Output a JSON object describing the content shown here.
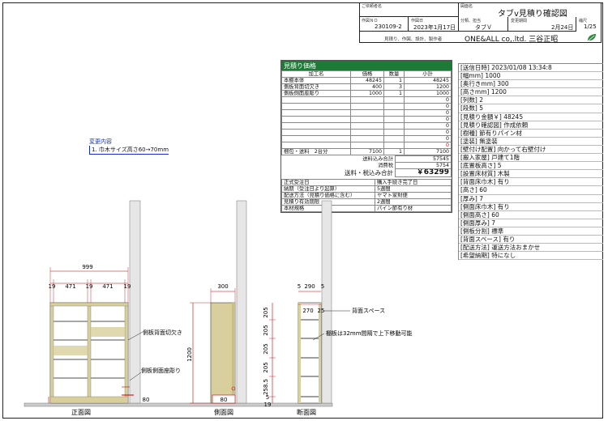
{
  "title_block": {
    "customer_label": "ご依頼者名",
    "customer_value": "",
    "drawing_name_label": "図面名",
    "drawing_name_value": "タブv見積り確認図",
    "drawing_no_label": "作図ＮＯ",
    "drawing_no_value": "230109-2",
    "date_label": "作図日",
    "date_value": "2023年1月17日",
    "category_label": "分類、担当",
    "category_value": "タブＶ",
    "change_date_label": "変更期間",
    "change_date_value": "2月24日",
    "scale_label": "縮尺",
    "scale_value": "1/25",
    "maker_label": "見積り、作図、設計、製作者",
    "maker_value": "ONE&ALL co,.ltd. 三谷正昭"
  },
  "estimate": {
    "title": "見積り価格",
    "headers": [
      "加工名",
      "価格",
      "数量",
      "小計"
    ],
    "rows": [
      [
        "本棚本体",
        "48245",
        "1",
        "48245"
      ],
      [
        "側板背面切欠き",
        "400",
        "3",
        "1200"
      ],
      [
        "側板側面座彫り",
        "1000",
        "1",
        "1000"
      ],
      [
        "",
        "",
        "",
        "0"
      ],
      [
        "",
        "",
        "",
        "0"
      ],
      [
        "",
        "",
        "",
        "0"
      ],
      [
        "",
        "",
        "",
        "0"
      ],
      [
        "",
        "",
        "",
        "0"
      ],
      [
        "",
        "",
        "",
        "0"
      ],
      [
        "",
        "",
        "",
        "0"
      ],
      [
        "",
        "",
        "",
        "0"
      ],
      [
        "梱包・送料　2台分",
        "7100",
        "1",
        "7100"
      ]
    ],
    "shipping_total_label": "送料込み合計",
    "shipping_total": "57545",
    "tax_label": "消費税",
    "tax": "5754",
    "grand_total_label": "送料・税込み合計",
    "grand_total": "￥63299",
    "terms": [
      [
        "正式受注日",
        "購入手続き完了日"
      ],
      [
        "納期（受注日より起算）",
        "5週間"
      ],
      [
        "配送方法（見積り価格に含む）",
        "ヤマト家財便"
      ],
      [
        "見積り有効期限",
        "2週間"
      ],
      [
        "本材規格",
        "パイン節有り材"
      ]
    ]
  },
  "change_note": {
    "title": "変更内容",
    "text": "1.  巾木サイズ高さ60→70mm"
  },
  "spec": [
    "[送信日時] 2023/01/08 13:34:8",
    "[幅mm] 1000",
    "[奥行きmm] 300",
    "[高さmm] 1200",
    "[列数] 2",
    "[段数] 5",
    "[見積り金額￥] 48245",
    "[見積り確認図] 作成依頼",
    "[樹種] 節有りパイン材",
    "[塗装] 無塗装",
    "[壁付け配置] 向かって右壁付け",
    "[搬入家屋] 戸建て1階",
    "[底置板高さ] 5",
    "[設置床材質] 木製",
    "[背面床巾木] 有り",
    "[高さ] 60",
    "[厚み] 7",
    "[側面床巾木] 有り",
    "[側面高さ] 60",
    "[側面厚み] 7",
    "[側板分割] 標準",
    "[背面スペース] 有り",
    "[配送方法] 運送方法おまかせ",
    "[希望納期] 特になし"
  ],
  "drawing": {
    "front": {
      "label": "正面図",
      "width": "999",
      "dims": [
        "19",
        "471",
        "19",
        "471",
        "19"
      ],
      "height_dim": "80",
      "note_notch": "側板背面切欠き",
      "note_counterbore": "側板側面座彫り"
    },
    "side": {
      "label": "側面図",
      "depth": "300",
      "height": "1200",
      "bottom": "80"
    },
    "section": {
      "label": "断面図",
      "dims_top": [
        "5",
        "290",
        "5"
      ],
      "inner": "270",
      "back": "25",
      "heights": [
        "205",
        "205",
        "205",
        "205",
        "258.5",
        "5",
        "19"
      ],
      "note_space": "背面スペース",
      "note_shelf": "棚板は32mm間隔で上下移動可能"
    }
  },
  "colors": {
    "header_green": "#1e7a37",
    "dim_red": "#c00000",
    "wood": "#d8cf9c",
    "wall": "#e6e6e6",
    "change_blue": "#1030c8"
  }
}
